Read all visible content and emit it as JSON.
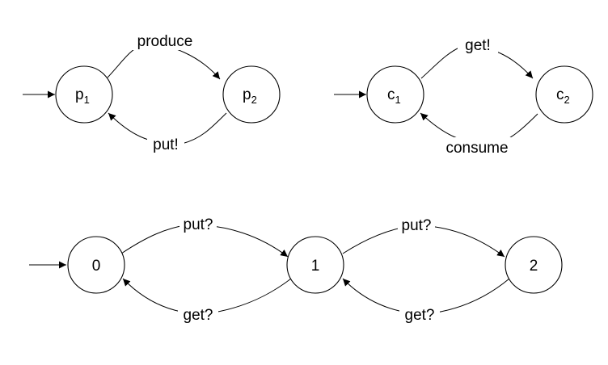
{
  "producer": {
    "states": [
      {
        "name": "p",
        "sub": "1"
      },
      {
        "name": "p",
        "sub": "2"
      }
    ],
    "labels": {
      "top": "produce",
      "bottom": "put!"
    }
  },
  "consumer": {
    "states": [
      {
        "name": "c",
        "sub": "1"
      },
      {
        "name": "c",
        "sub": "2"
      }
    ],
    "labels": {
      "top": "get!",
      "bottom": "consume"
    }
  },
  "buffer": {
    "states": [
      "0",
      "1",
      "2"
    ],
    "labels": {
      "top_left": "put?",
      "top_right": "put?",
      "bottom_left": "get?",
      "bottom_right": "get?"
    }
  },
  "colors": {
    "stroke": "#000000",
    "background": "#ffffff"
  }
}
